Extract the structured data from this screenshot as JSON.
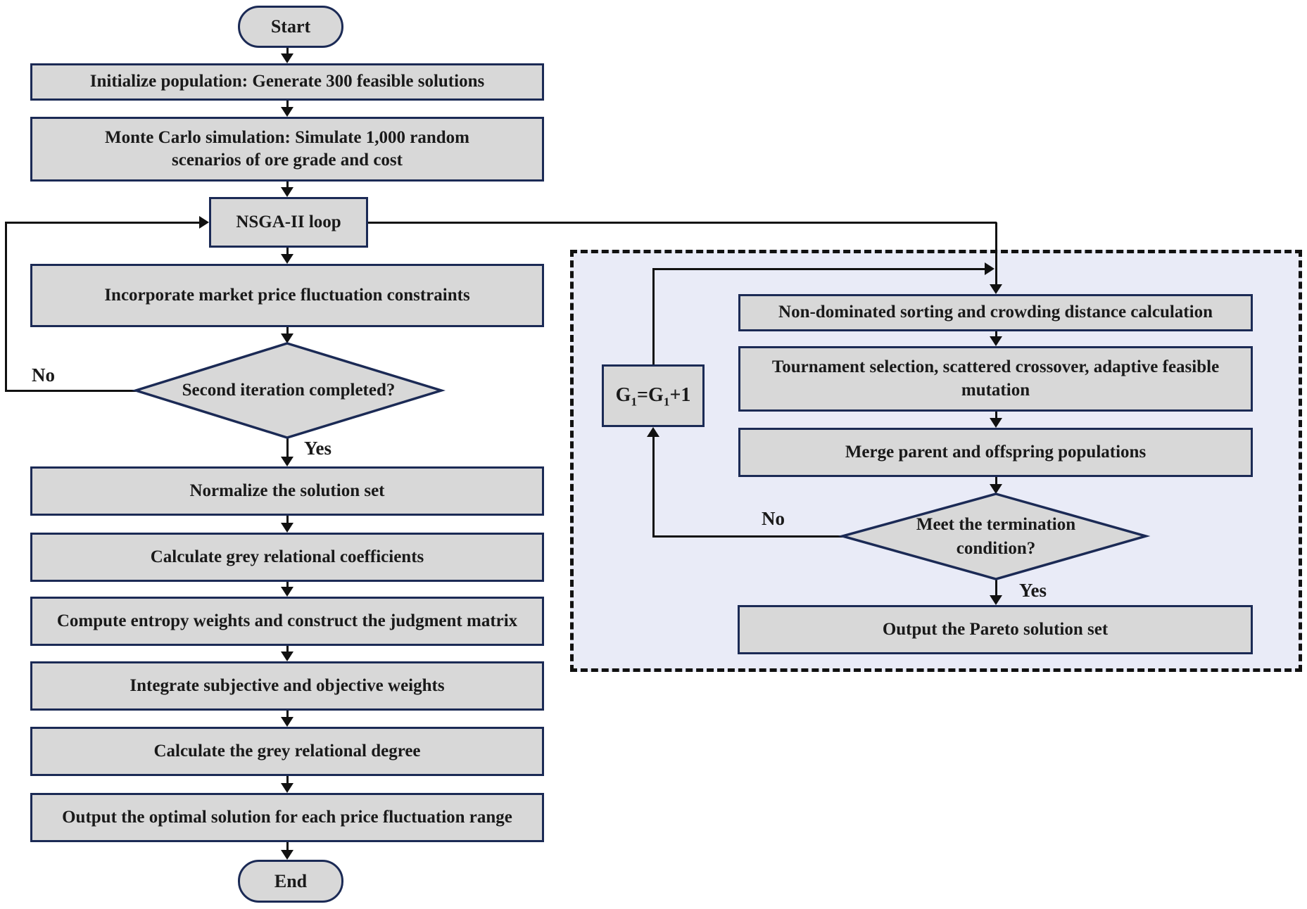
{
  "diagram": {
    "type": "flowchart",
    "nodes": {
      "start": "Start",
      "initialize": "Initialize population: Generate 300 feasible solutions",
      "monte_carlo": "Monte Carlo simulation: Simulate 1,000 random scenarios of ore grade and cost",
      "nsga_loop": "NSGA-II loop",
      "incorporate": "Incorporate market price fluctuation constraints",
      "second_iteration": "Second iteration completed?",
      "normalize": "Normalize the solution set",
      "grey_coefficients": "Calculate grey relational coefficients",
      "entropy_weights": "Compute entropy weights and construct the judgment matrix",
      "integrate_weights": "Integrate subjective and objective weights",
      "grey_degree": "Calculate the grey relational degree",
      "output_optimal": "Output the optimal solution for each price fluctuation range",
      "end": "End",
      "non_dominated": "Non-dominated sorting and crowding distance calculation",
      "tournament": "Tournament selection, scattered crossover, adaptive feasible mutation",
      "merge": "Merge parent and offspring populations",
      "termination": "Meet the termination condition?",
      "output_pareto": "Output the Pareto solution set"
    },
    "g1": {
      "parts": [
        "G",
        "1",
        "=G",
        "1",
        "+1"
      ]
    },
    "labels": {
      "no_left": "No",
      "yes_left": "Yes",
      "no_right": "No",
      "yes_right": "Yes"
    },
    "colors": {
      "node_fill": "#d8d8d8",
      "node_border": "#1b2a55",
      "loop_bg": "#e9ebf7",
      "line_color": "#111111",
      "text_color": "#1a1a1a"
    }
  }
}
